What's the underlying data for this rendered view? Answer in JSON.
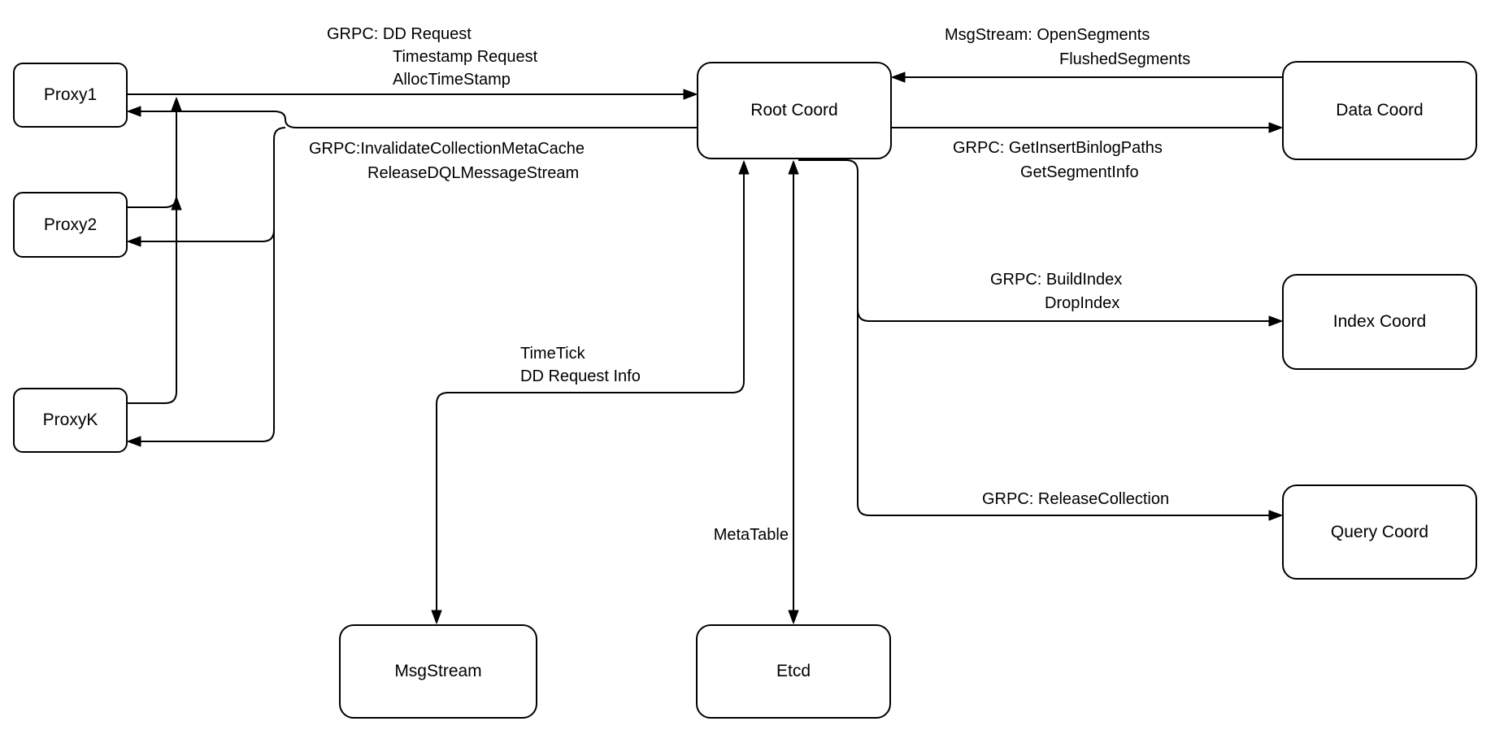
{
  "diagram": {
    "background_color": "#ffffff",
    "line_color": "#000000",
    "nodes": {
      "proxy1": {
        "label": "Proxy1"
      },
      "proxy2": {
        "label": "Proxy2"
      },
      "proxyk": {
        "label": "ProxyK"
      },
      "root_coord": {
        "label": "Root Coord"
      },
      "data_coord": {
        "label": "Data Coord"
      },
      "index_coord": {
        "label": "Index Coord"
      },
      "query_coord": {
        "label": "Query Coord"
      },
      "msgstream": {
        "label": "MsgStream"
      },
      "etcd": {
        "label": "Etcd"
      }
    },
    "edge_labels": {
      "dd_request": {
        "line1": "GRPC: DD Request",
        "line2": "Timestamp Request",
        "line3": "AllocTimeStamp"
      },
      "invalidate": {
        "line1": "GRPC:InvalidateCollectionMetaCache",
        "line2": "ReleaseDQLMessageStream"
      },
      "open_segments": {
        "line1": "MsgStream: OpenSegments",
        "line2": "FlushedSegments"
      },
      "get_insert_binlog": {
        "line1": "GRPC: GetInsertBinlogPaths",
        "line2": "GetSegmentInfo"
      },
      "build_index": {
        "line1": "GRPC: BuildIndex",
        "line2": "DropIndex"
      },
      "release_collection": {
        "line1": "GRPC: ReleaseCollection"
      },
      "time_tick": {
        "line1": "TimeTick",
        "line2": "DD Request Info"
      },
      "meta_table": {
        "line1": "MetaTable"
      }
    }
  }
}
